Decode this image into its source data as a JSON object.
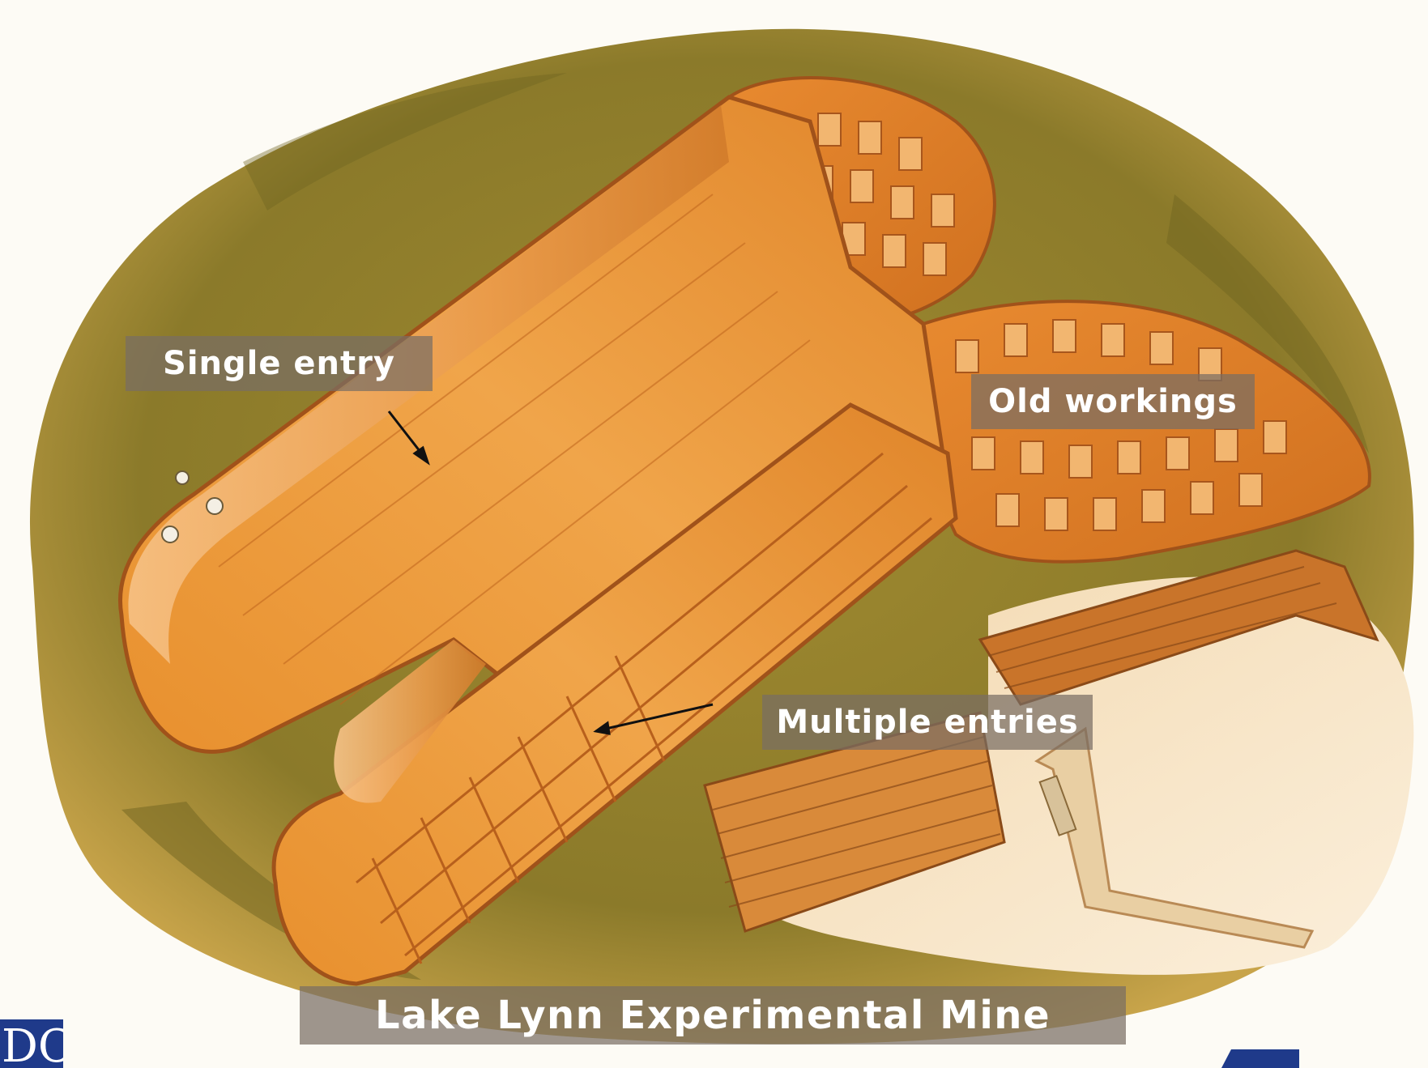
{
  "labels": {
    "single_entry": "Single entry",
    "old_workings": "Old workings",
    "multiple_entries": "Multiple entries",
    "title": "Lake Lynn Experimental Mine"
  },
  "logo": {
    "text": "DC"
  },
  "colors": {
    "grass": "#8a7a2a",
    "grass_dark": "#6f6420",
    "mine_orange": "#e8913a",
    "mine_light": "#f4b266",
    "mine_dark": "#c0651d",
    "label_bg": "#78706a",
    "logo_blue": "#1f3a8a"
  }
}
